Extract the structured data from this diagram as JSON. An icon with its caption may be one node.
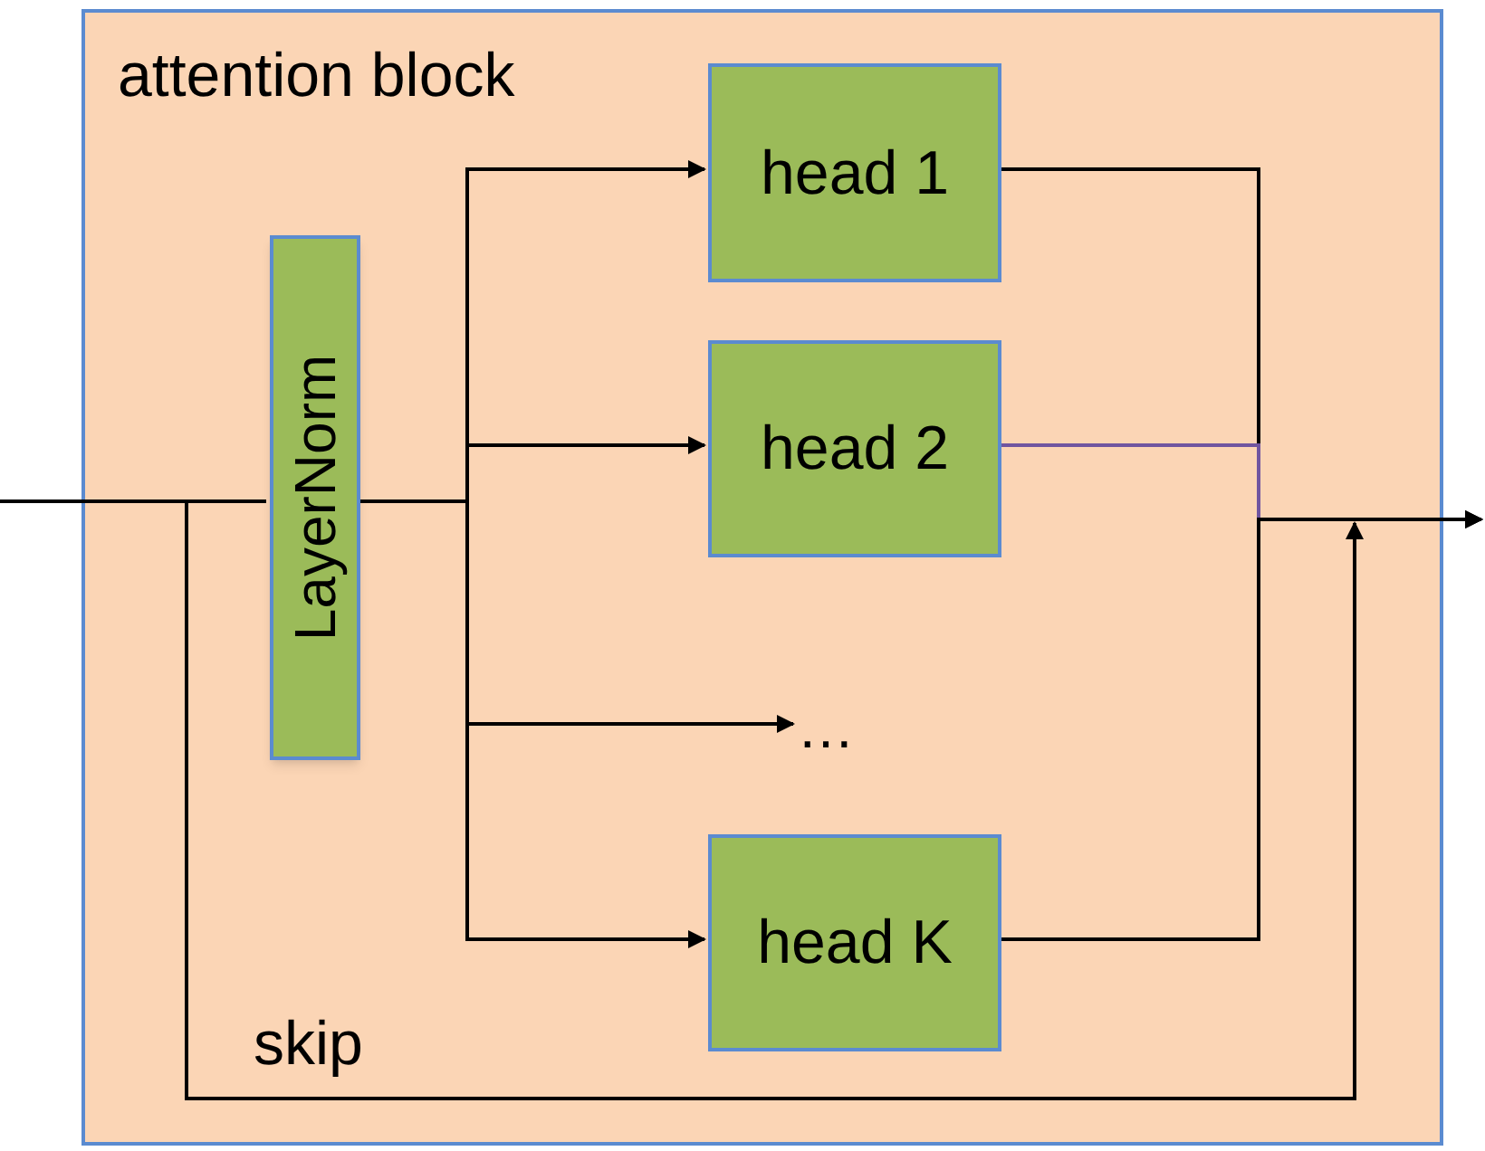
{
  "diagram": {
    "nodes": [
      {
        "text": [
          "attention block"
        ]
      },
      {
        "text": [
          "LayerNorm"
        ],
        "in": 0
      },
      {
        "text": [
          "head 1"
        ],
        "in": 0
      },
      {
        "text": [
          "head 2"
        ],
        "in": 0
      },
      {
        "text": [
          "…"
        ],
        "in": 0
      },
      {
        "text": [
          "head K"
        ],
        "in": 0
      }
    ],
    "edges": [
      {
        "from": null,
        "to": 1,
        "arrow": "none"
      },
      {
        "from": 1,
        "to": 2,
        "arrow": "to"
      },
      {
        "from": 1,
        "to": 3,
        "arrow": "to"
      },
      {
        "from": 1,
        "to": 4,
        "arrow": "to"
      },
      {
        "from": 1,
        "to": 5,
        "arrow": "to"
      },
      {
        "from": 2,
        "to": null,
        "arrow": "to"
      },
      {
        "from": 3,
        "to": null,
        "arrow": "to",
        "color": "#7055a0"
      },
      {
        "from": 5,
        "to": null,
        "arrow": "to"
      }
    ],
    "labels": [
      "skip"
    ]
  }
}
